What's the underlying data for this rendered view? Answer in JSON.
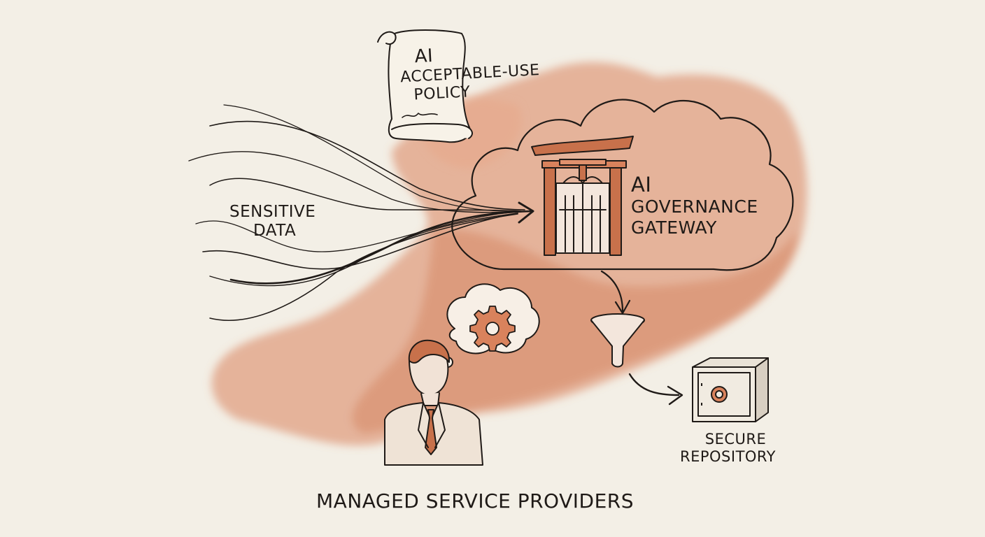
{
  "diagram": {
    "policy": {
      "line1": "AI",
      "line2": "Acceptable-Use",
      "line3": "Policy"
    },
    "sensitive_data": {
      "line1": "Sensitive",
      "line2": "Data"
    },
    "gateway": {
      "line1": "AI",
      "line2": "Governance",
      "line3": "Gateway"
    },
    "repository": {
      "line1": "Secure",
      "line2": "Repository"
    },
    "footer": "Managed Service Providers"
  },
  "colors": {
    "background": "#f3efe6",
    "wash": "#d9825c",
    "ink": "#1f1a17"
  },
  "icons": [
    "scroll-icon",
    "torii-gate-icon",
    "cloud-icon",
    "funnel-icon",
    "safe-icon",
    "gear-icon",
    "person-icon",
    "arrow-icon"
  ]
}
